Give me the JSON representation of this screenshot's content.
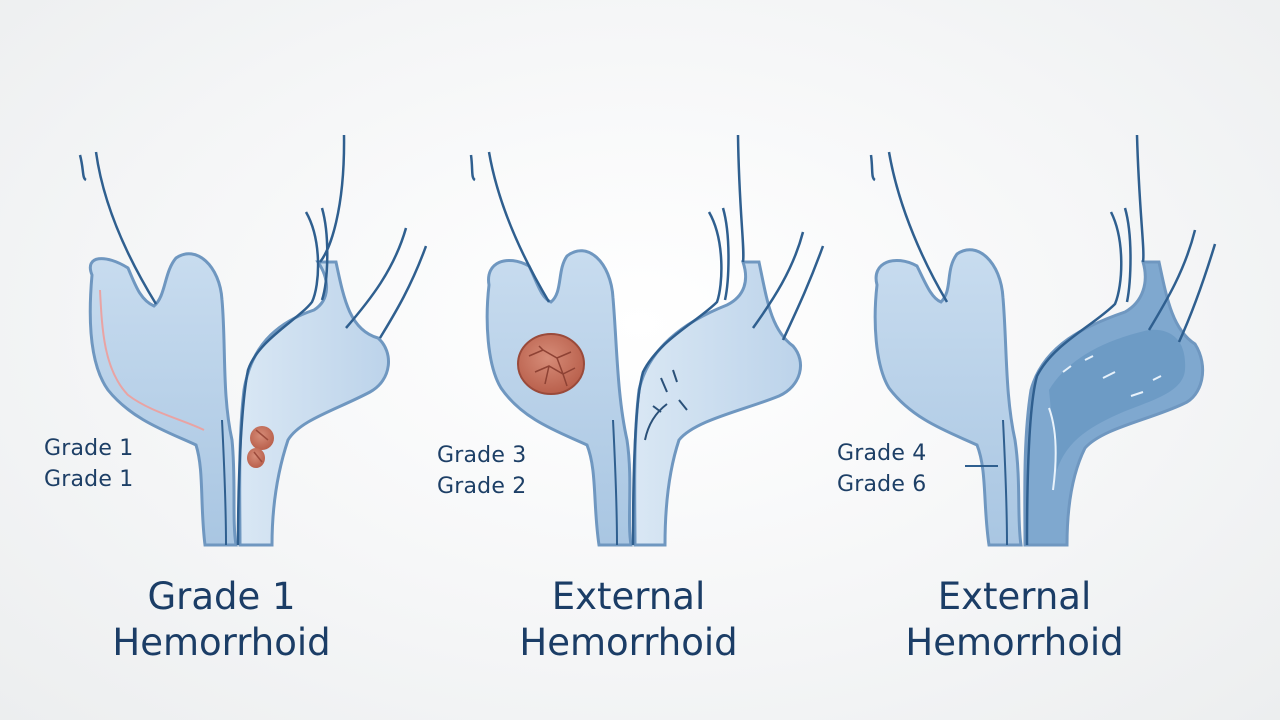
{
  "panels": [
    {
      "side_labels": [
        "Grade 1",
        "Grade 1"
      ],
      "caption": [
        "Grade 1",
        "Hemorrhoid"
      ]
    },
    {
      "side_labels": [
        "Grade 3",
        "Grade 2"
      ],
      "caption": [
        "External",
        "Hemorrhoid"
      ]
    },
    {
      "side_labels": [
        "Grade 4",
        "Grade 6"
      ],
      "caption": [
        "External",
        "Hemorrhoid"
      ]
    }
  ],
  "colors": {
    "outline": "#2f5f8f",
    "tissue_fill": "#aecbe6",
    "tissue_light": "#cfe1f1",
    "hemorrhoid": "#c97a67",
    "text": "#1b3d66"
  }
}
